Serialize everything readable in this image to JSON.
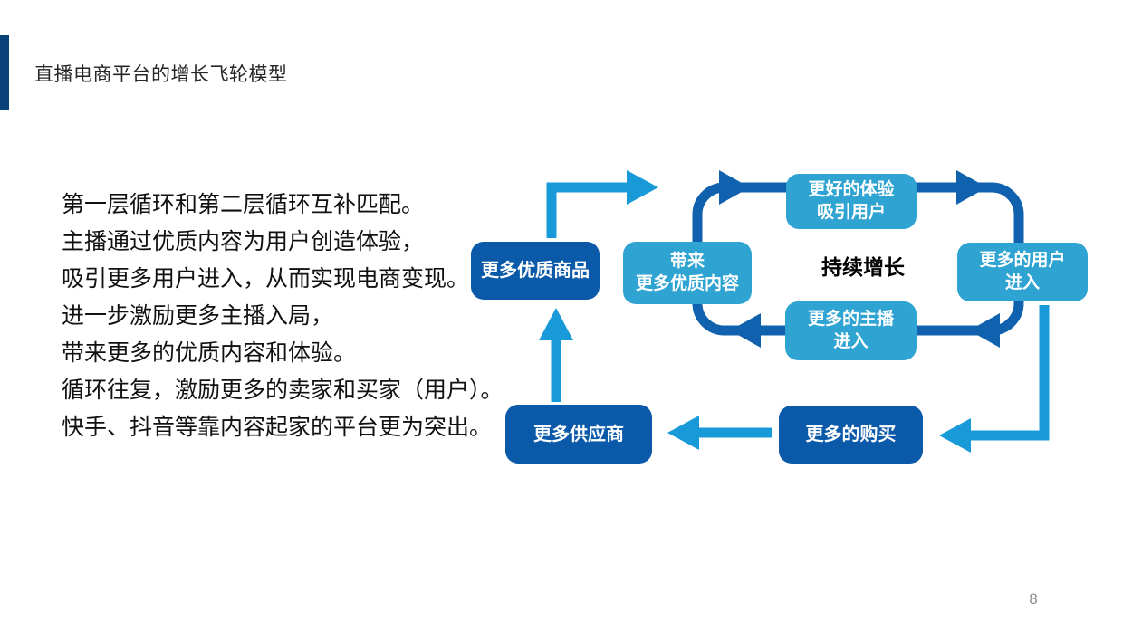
{
  "slide": {
    "title": "直播电商平台的增长飞轮模型",
    "page_number": "8",
    "body_lines": [
      "第一层循环和第二层循环互补匹配。",
      "主播通过优质内容为用户创造体验，",
      "吸引更多用户进入，从而实现电商变现。",
      "进一步激励更多主播入局，",
      "带来更多的优质内容和体验。",
      "循环往复，激励更多的卖家和买家（用户）。",
      "快手、抖音等靠内容起家的平台更为突出。"
    ]
  },
  "diagram": {
    "center_label": "持续增长",
    "nodes": {
      "more_quality_goods": "更多优质商品",
      "bring_more_content": {
        "line1": "带来",
        "line2": "更多优质内容"
      },
      "better_experience": {
        "line1": "更好的体验",
        "line2": "吸引用户"
      },
      "more_users": {
        "line1": "更多的用户",
        "line2": "进入"
      },
      "more_streamers": {
        "line1": "更多的主播",
        "line2": "进入"
      },
      "more_suppliers": "更多供应商",
      "more_purchases": "更多的购买"
    },
    "colors": {
      "dark_box": "#0B5AA9",
      "light_box": "#2FA4D3",
      "inner_loop": "#1062AE",
      "outer_arrow": "#1899D8",
      "accent_bar": "#0A4179",
      "title_text": "#262626",
      "body_text": "#111111",
      "page_number": "#8C8C8C"
    }
  }
}
